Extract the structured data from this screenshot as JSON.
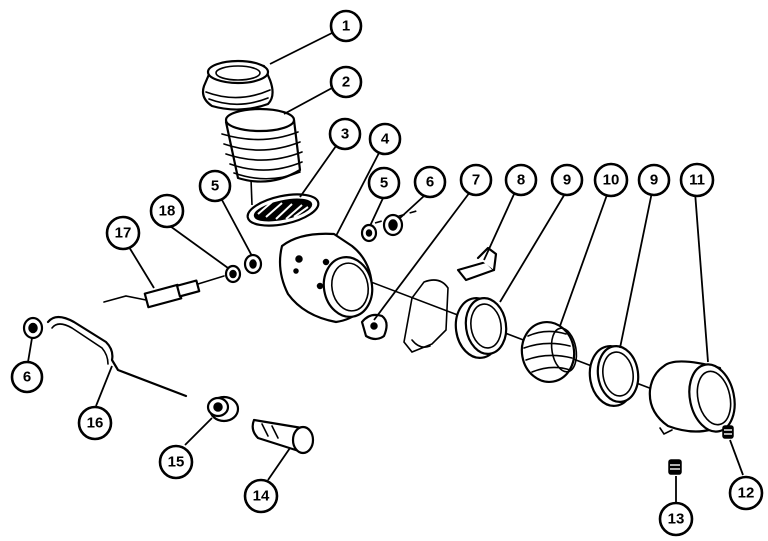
{
  "callouts": [
    {
      "label": "1"
    },
    {
      "label": "2"
    },
    {
      "label": "3"
    },
    {
      "label": "4"
    },
    {
      "label": "5"
    },
    {
      "label": "5"
    },
    {
      "label": "6"
    },
    {
      "label": "6"
    },
    {
      "label": "7"
    },
    {
      "label": "8"
    },
    {
      "label": "9"
    },
    {
      "label": "9"
    },
    {
      "label": "10"
    },
    {
      "label": "11"
    },
    {
      "label": "12"
    },
    {
      "label": "13"
    },
    {
      "label": "14"
    },
    {
      "label": "15"
    },
    {
      "label": "16"
    },
    {
      "label": "17"
    },
    {
      "label": "18"
    }
  ],
  "colors": {
    "ink": "#000000",
    "paper": "#ffffff"
  }
}
